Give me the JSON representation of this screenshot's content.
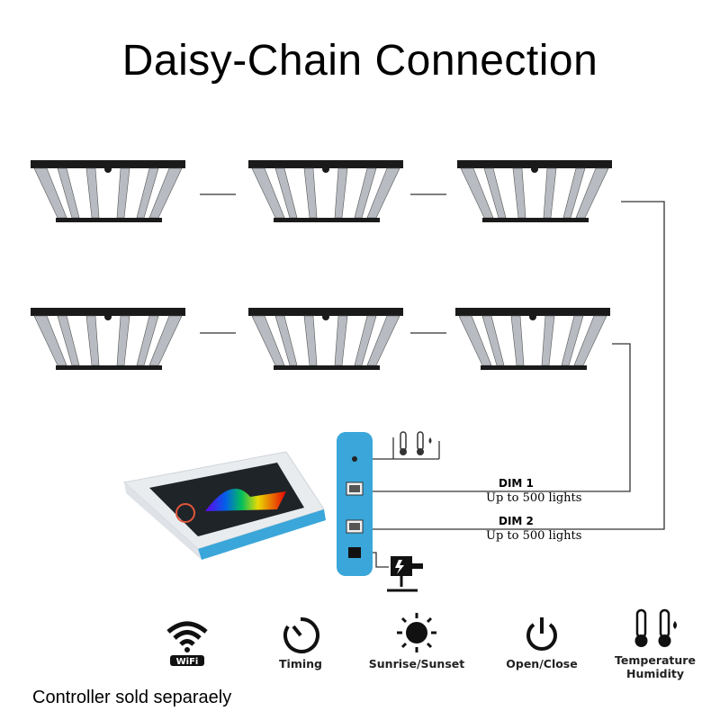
{
  "title": "Daisy-Chain Connection",
  "lights_row1": [
    "light-1",
    "light-2",
    "light-3"
  ],
  "lights_row2": [
    "light-4",
    "light-5",
    "light-6"
  ],
  "dim1": {
    "label": "DIM 1",
    "sub": "Up to 500 lights"
  },
  "dim2": {
    "label": "DIM 2",
    "sub": "Up to 500 lights"
  },
  "features": [
    {
      "icon": "wifi-icon",
      "label": "WiFi"
    },
    {
      "icon": "timer-icon",
      "label": "Timing"
    },
    {
      "icon": "sun-icon",
      "label": "Sunrise/Sunset"
    },
    {
      "icon": "power-icon",
      "label": "Open/Close"
    },
    {
      "icon": "thermometer-icon",
      "label": "Temperature",
      "label2": "Humidity"
    }
  ],
  "footnote": "Controller sold separaely",
  "colors": {
    "controller": "#3aa6d9",
    "bar": "#b8bcc2",
    "frame": "#1a1a1a"
  }
}
